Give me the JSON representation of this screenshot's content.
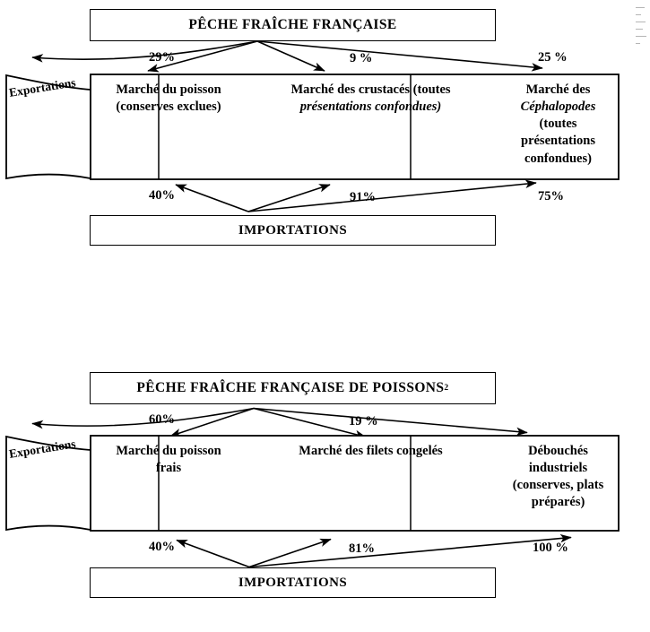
{
  "document": {
    "type": "flow-diagram",
    "language": "fr"
  },
  "diagrams": [
    {
      "id": "diagram-1",
      "title": "PÊCHE FRAÎCHE FRANÇAISE",
      "title_superscript": "",
      "exportations_label": "Exportations",
      "importations_label": "IMPORTATIONS",
      "columns": [
        {
          "line1": "Marché du poisson",
          "line2": "(conserves exclues)",
          "line3": "",
          "line4": "",
          "line5": ""
        },
        {
          "line1": "Marché des crustacés (toutes",
          "line2": "présentations confondues)",
          "line3": "",
          "line4": "",
          "line5": ""
        },
        {
          "line1": "Marché des",
          "line2": "Céphalopodes",
          "line3": "(toutes",
          "line4": "présentations",
          "line5": "confondues)"
        }
      ],
      "top_percents": [
        "29%",
        "9 %",
        "25 %"
      ],
      "bottom_percents": [
        "40%",
        "91%",
        "75%"
      ]
    },
    {
      "id": "diagram-2",
      "title": "PÊCHE FRAÎCHE FRANÇAISE DE POISSONS",
      "title_superscript": "2",
      "exportations_label": "Exportations",
      "importations_label": "IMPORTATIONS",
      "columns": [
        {
          "line1": "Marché du poisson",
          "line2": "frais",
          "line3": "",
          "line4": "",
          "line5": ""
        },
        {
          "line1": "Marché des filets congelés",
          "line2": "",
          "line3": "",
          "line4": "",
          "line5": ""
        },
        {
          "line1": "Débouchés",
          "line2": "industriels",
          "line3": "(conserves, plats",
          "line4": "préparés)",
          "line5": ""
        }
      ],
      "top_percents": [
        "60%",
        "19 %",
        ""
      ],
      "bottom_percents": [
        "40%",
        "81%",
        "100 %"
      ]
    }
  ],
  "colors": {
    "ink": "#000000",
    "paper": "#ffffff"
  }
}
